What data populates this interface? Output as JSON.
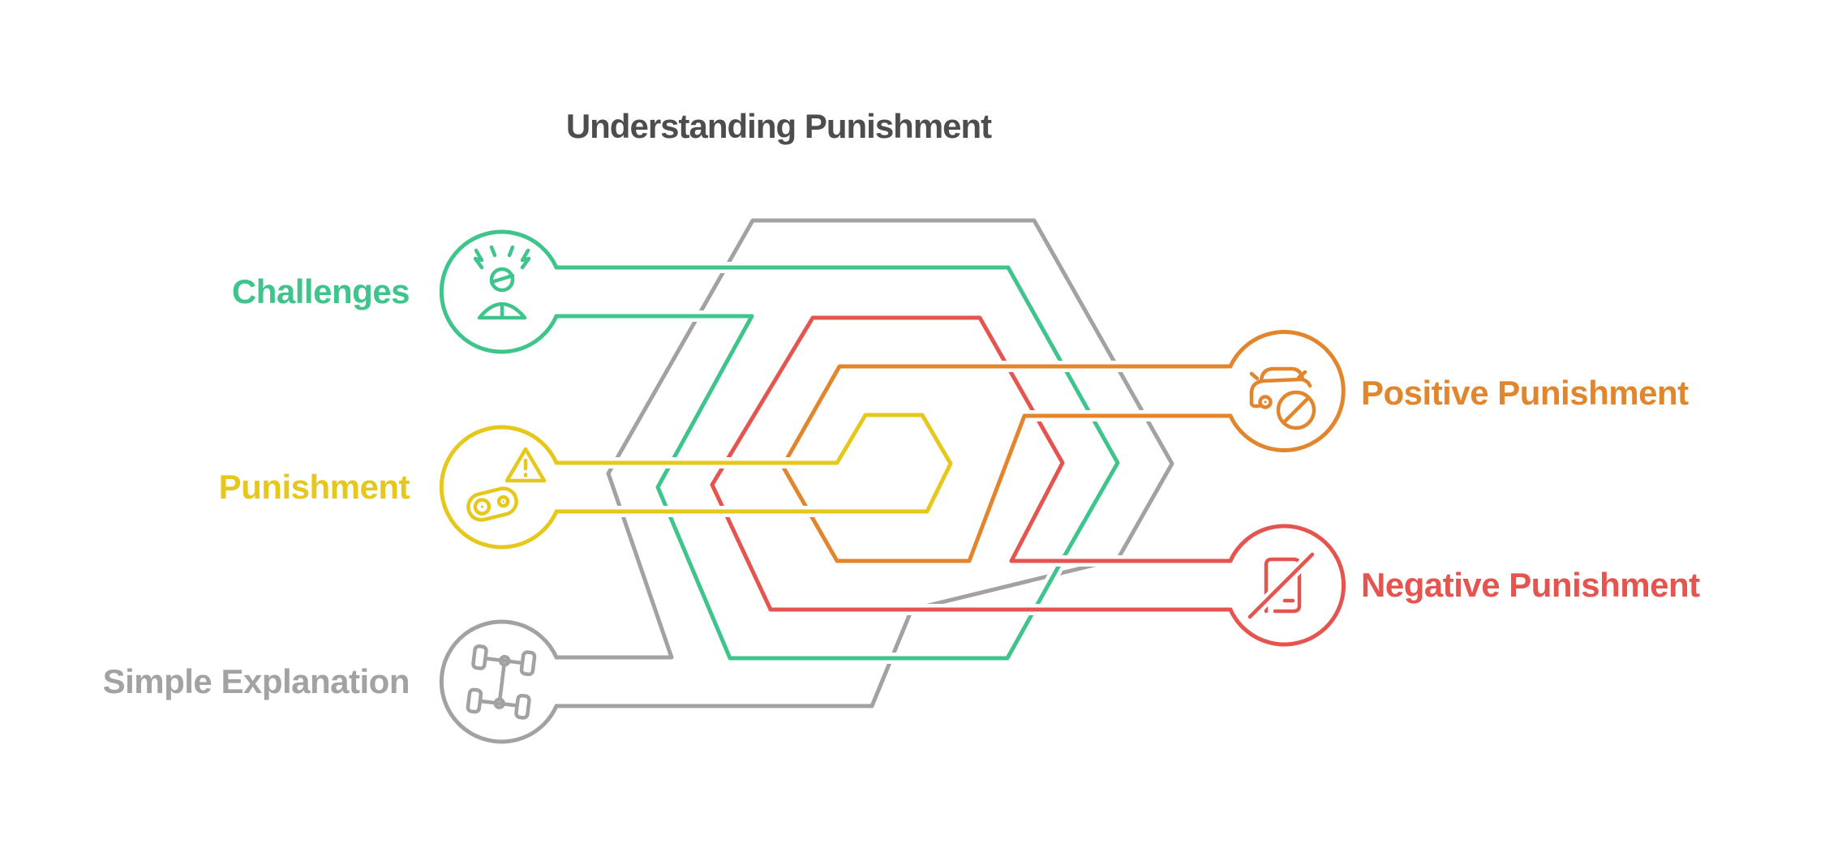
{
  "title": "Understanding Punishment",
  "title_color": "#4d4d4d",
  "background": "#ffffff",
  "nodes": [
    {
      "id": "challenges",
      "label": "Challenges",
      "color": "#3FC48C",
      "side": "left",
      "icon": "stressed-person-icon"
    },
    {
      "id": "punishment",
      "label": "Punishment",
      "color": "#E6C81D",
      "side": "left",
      "icon": "warning-belt-icon"
    },
    {
      "id": "simple-explanation",
      "label": "Simple Explanation",
      "color": "#A2A2A2",
      "side": "left",
      "icon": "car-chassis-icon"
    },
    {
      "id": "positive-punishment",
      "label": "Positive Punishment",
      "color": "#E2862E",
      "side": "right",
      "icon": "car-prohibited-icon"
    },
    {
      "id": "negative-punishment",
      "label": "Negative Punishment",
      "color": "#E5544E",
      "side": "right",
      "icon": "phone-prohibited-icon"
    }
  ]
}
